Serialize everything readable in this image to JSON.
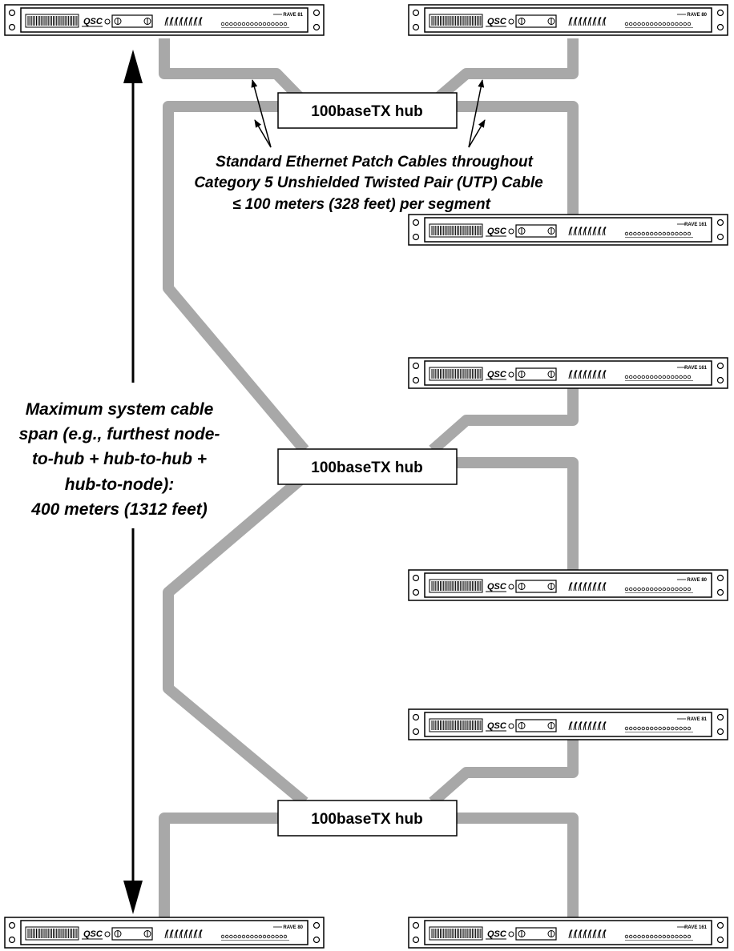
{
  "hubs": [
    {
      "label": "100baseTX hub"
    },
    {
      "label": "100baseTX hub"
    },
    {
      "label": "100baseTX hub"
    }
  ],
  "cable_note": {
    "lines": [
      "Standard Ethernet Patch Cables throughout",
      "Category 5 Unshielded Twisted Pair (UTP) Cable",
      "100 meters (328 feet) per segment"
    ],
    "le_symbol": "≤"
  },
  "span_note": {
    "lines": [
      "Maximum system cable",
      "span (e.g., furthest node-",
      "to-hub + hub-to-hub +",
      "hub-to-node):",
      "400 meters (1312 feet)"
    ]
  },
  "nodes": [
    {
      "brand": "QSC",
      "model": "RAVE 81"
    },
    {
      "brand": "QSC",
      "model": "RAVE 80"
    },
    {
      "brand": "QSC",
      "model": "RAVE 161"
    },
    {
      "brand": "QSC",
      "model": "RAVE 161"
    },
    {
      "brand": "QSC",
      "model": "RAVE 80"
    },
    {
      "brand": "QSC",
      "model": "RAVE 81"
    },
    {
      "brand": "QSC",
      "model": "RAVE 80"
    },
    {
      "brand": "QSC",
      "model": "RAVE 161"
    }
  ],
  "colors": {
    "cable": "#a8a8a8",
    "line": "#000000",
    "background": "#ffffff"
  }
}
